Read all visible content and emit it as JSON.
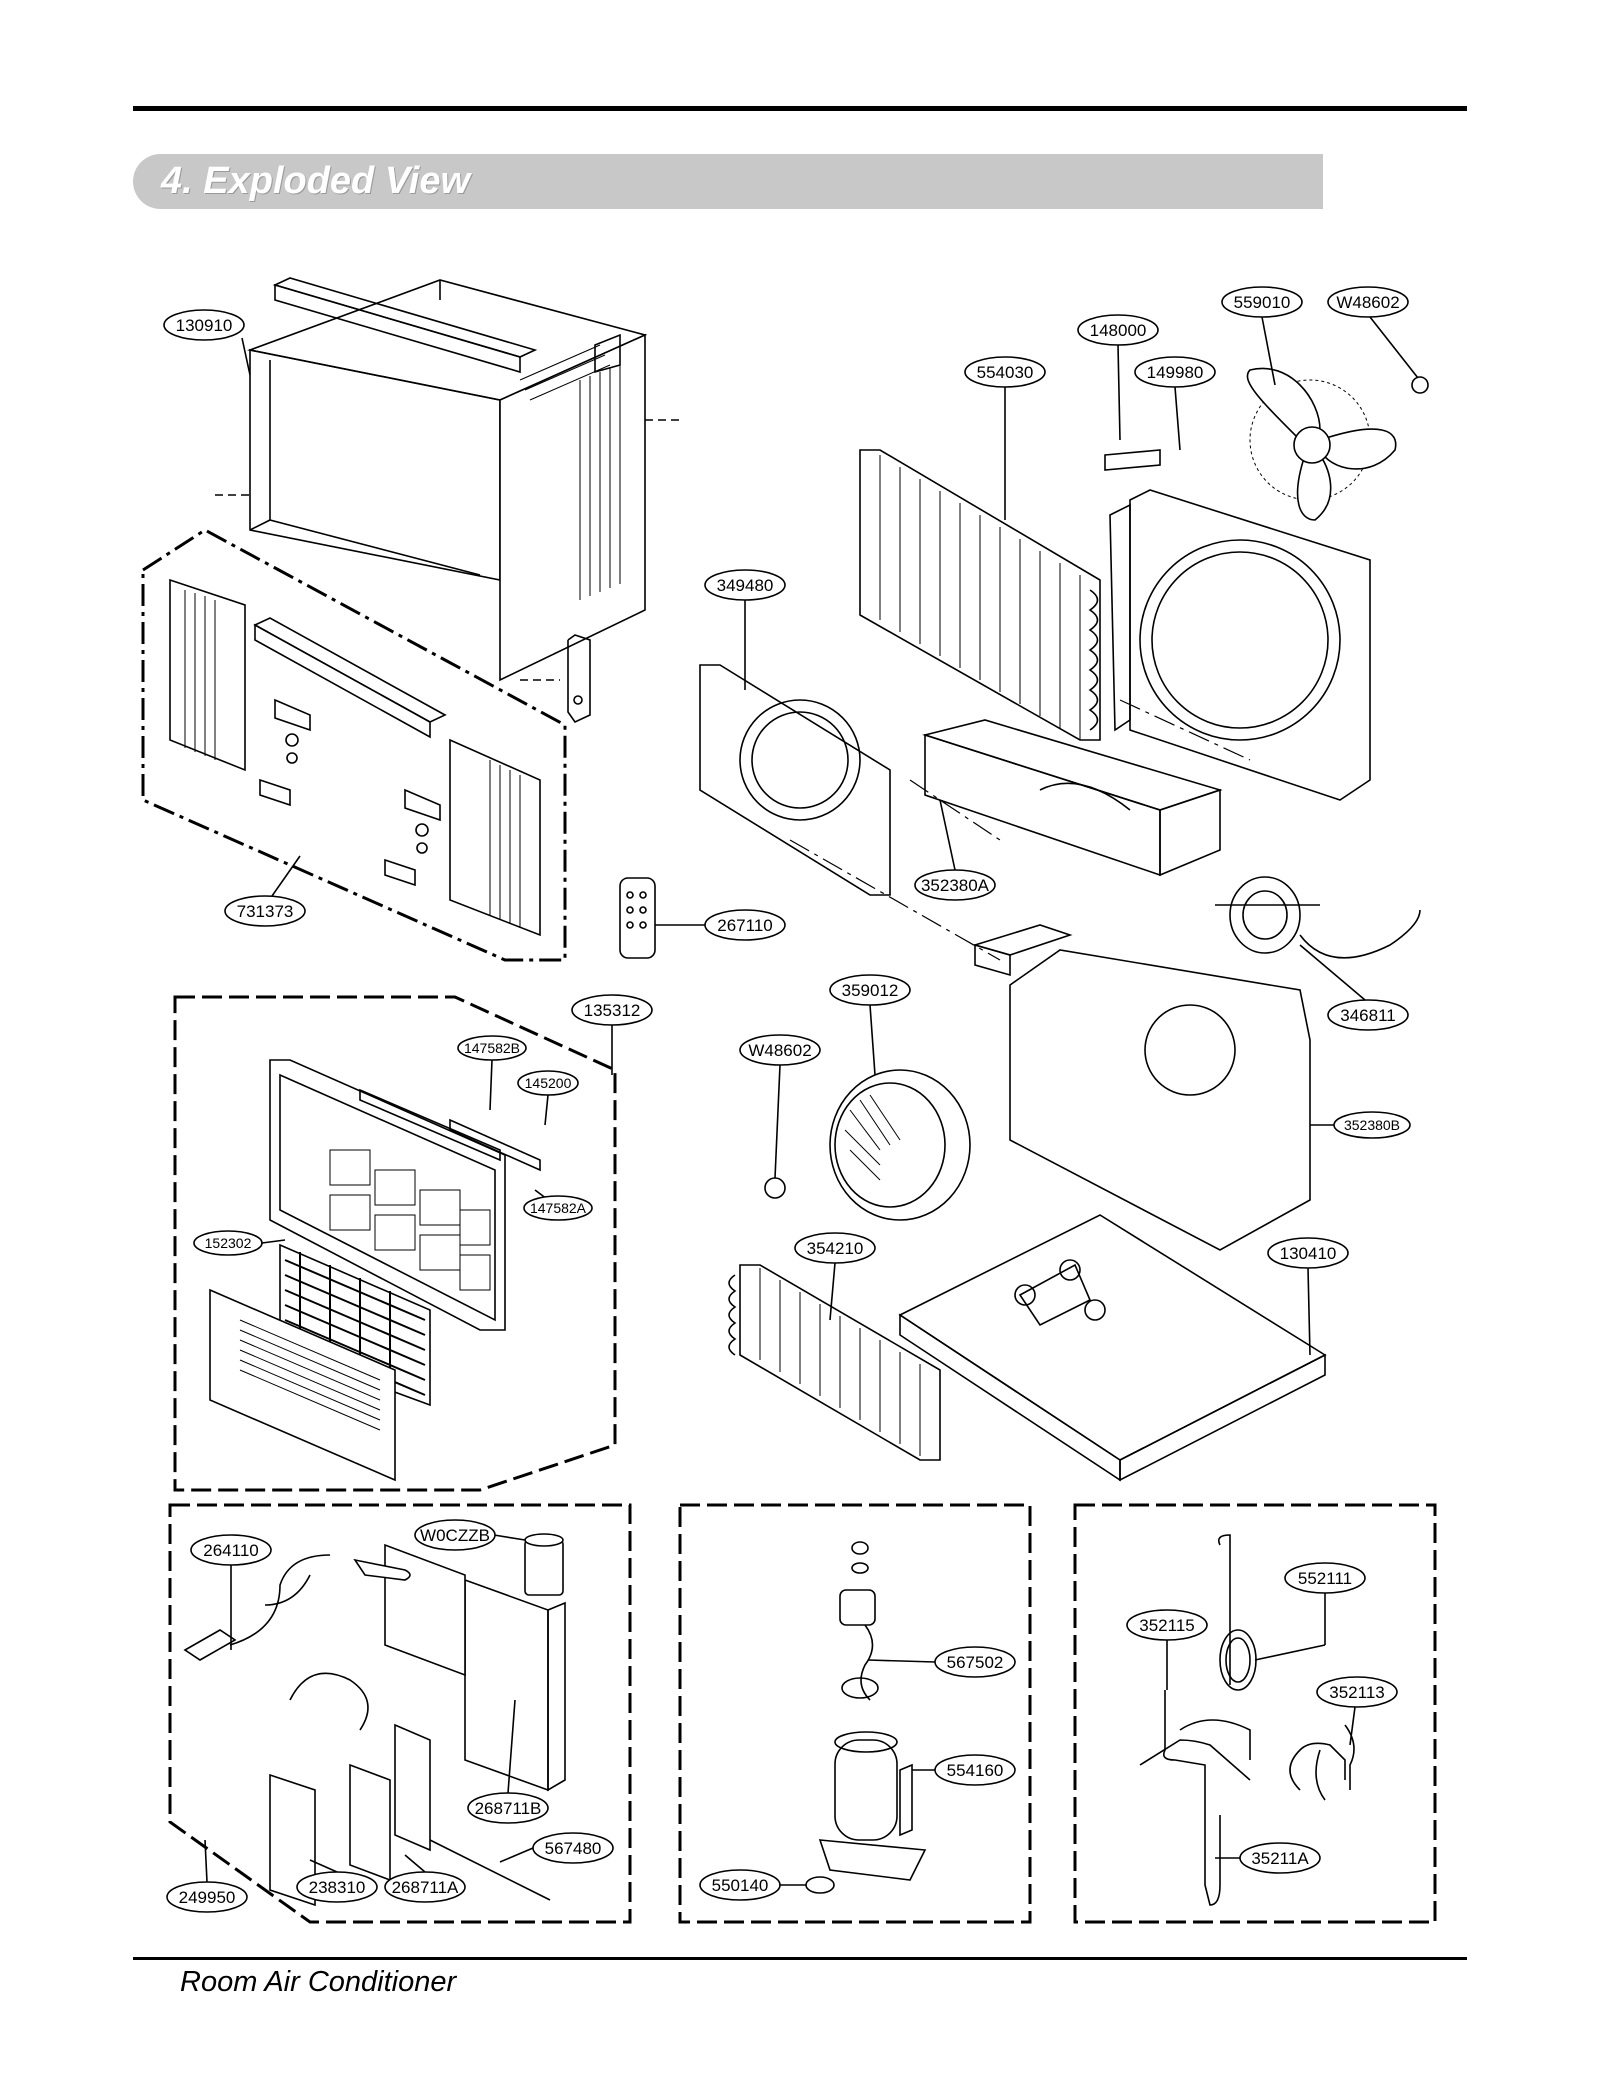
{
  "header": {
    "title": "4. Exploded View"
  },
  "footer": {
    "text": "Room Air Conditioner"
  },
  "parts": {
    "p130910": "130910",
    "p731373": "731373",
    "p267110": "267110",
    "p135312": "135312",
    "p147582b": "147582B",
    "p145200": "145200",
    "p147582a": "147582A",
    "p152302": "152302",
    "p349480": "349480",
    "p554030": "554030",
    "p148000": "148000",
    "p149980": "149980",
    "p559010": "559010",
    "pw48602a": "W48602",
    "p352380a": "352380A",
    "p346811": "346811",
    "p359012": "359012",
    "pw48602b": "W48602",
    "p352380b": "352380B",
    "p354210": "354210",
    "p130410": "130410",
    "p264110": "264110",
    "pw0czzb": "W0CZZB",
    "p268711b": "268711B",
    "p567480": "567480",
    "p238310": "238310",
    "p268711a": "268711A",
    "p249950": "249950",
    "p567502": "567502",
    "p554160": "554160",
    "p550140": "550140",
    "p552111": "552111",
    "p352115": "352115",
    "p352113": "352113",
    "p35211a": "35211A"
  },
  "colors": {
    "line": "#000000",
    "title_bar": "#c8c8c8",
    "title_text": "#ffffff"
  }
}
